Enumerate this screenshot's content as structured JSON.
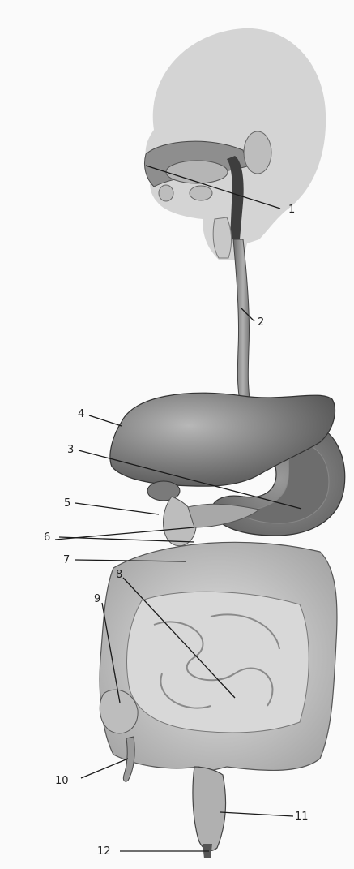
{
  "labels": [
    {
      "id": "1",
      "text": "1"
    },
    {
      "id": "2",
      "text": "2"
    },
    {
      "id": "3",
      "text": "3"
    },
    {
      "id": "4",
      "text": "4"
    },
    {
      "id": "5",
      "text": "5"
    },
    {
      "id": "6",
      "text": "6"
    },
    {
      "id": "7",
      "text": "7"
    },
    {
      "id": "8",
      "text": "8"
    },
    {
      "id": "9",
      "text": "9"
    },
    {
      "id": "10",
      "text": "10"
    },
    {
      "id": "11",
      "text": "11"
    },
    {
      "id": "12",
      "text": "12"
    }
  ],
  "colors": {
    "background": "#fafafa",
    "head_silhouette": "#d4d4d4",
    "organ_dark": "#5a5a5a",
    "organ_mid": "#8a8a8a",
    "organ_light": "#c2c2c2",
    "leader_line": "#1a1a1a"
  }
}
